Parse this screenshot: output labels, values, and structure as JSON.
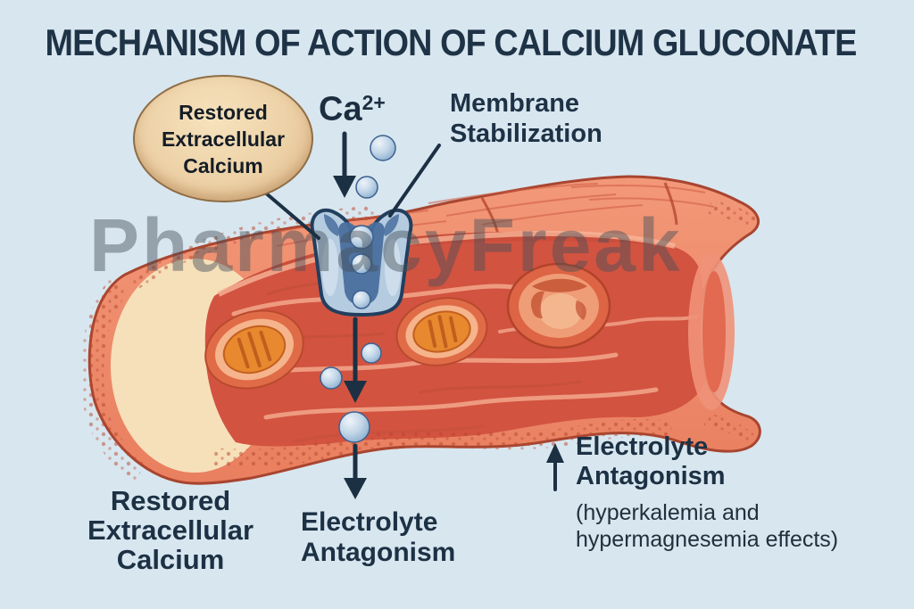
{
  "title": "MECHANISM OF ACTION OF CALCIUM GLUCONATE",
  "watermark": "PharmacyFreak",
  "oval_label": {
    "line1": "Restored",
    "line2": "Extracellular",
    "line3": "Calcium"
  },
  "calcium_label": {
    "base": "Ca",
    "superscript": "2+"
  },
  "membrane_label": {
    "line1": "Membrane",
    "line2": "Stabilization"
  },
  "bottom_left_label": {
    "line1": "Restored",
    "line2": "Extracellular",
    "line3": "Calcium"
  },
  "bottom_center_label": {
    "line1": "Electrolyte",
    "line2": "Antagonism"
  },
  "right_label": {
    "line1": "Electrolyte",
    "line2": "Antagonism",
    "sub1": "(hyperkalemia and",
    "sub2": "hypermagnesemia effects)"
  },
  "icons": {
    "calcium_influx_arrow": "down-arrow",
    "intracellular_flow_arrow": "down-arrow",
    "electrolyte_outflow_arrow": "down-arrow",
    "electrolyte_increase_arrow": "up-arrow",
    "oval_pointer": "diagonal-line",
    "membrane_pointer": "diagonal-line"
  },
  "colors": {
    "background": "#d8e6ef",
    "heading_text": "#1f3347",
    "label_text": "#1c3144",
    "vessel_salmon": "#ee8a6b",
    "vessel_outline": "#a84530",
    "vessel_interior_red": "#d25340",
    "vessel_cream_layer": "#f6e0ba",
    "organelle_orange": "#e8882f",
    "channel_blue_light": "#b5cbe0",
    "channel_blue_dark": "#4a6f9e",
    "channel_outline": "#223f5e",
    "ion_blue": "#c9dbeb",
    "oval_fill": "#edd1a6",
    "arrow_color": "#1c3044",
    "watermark_gray": "#45505a"
  }
}
